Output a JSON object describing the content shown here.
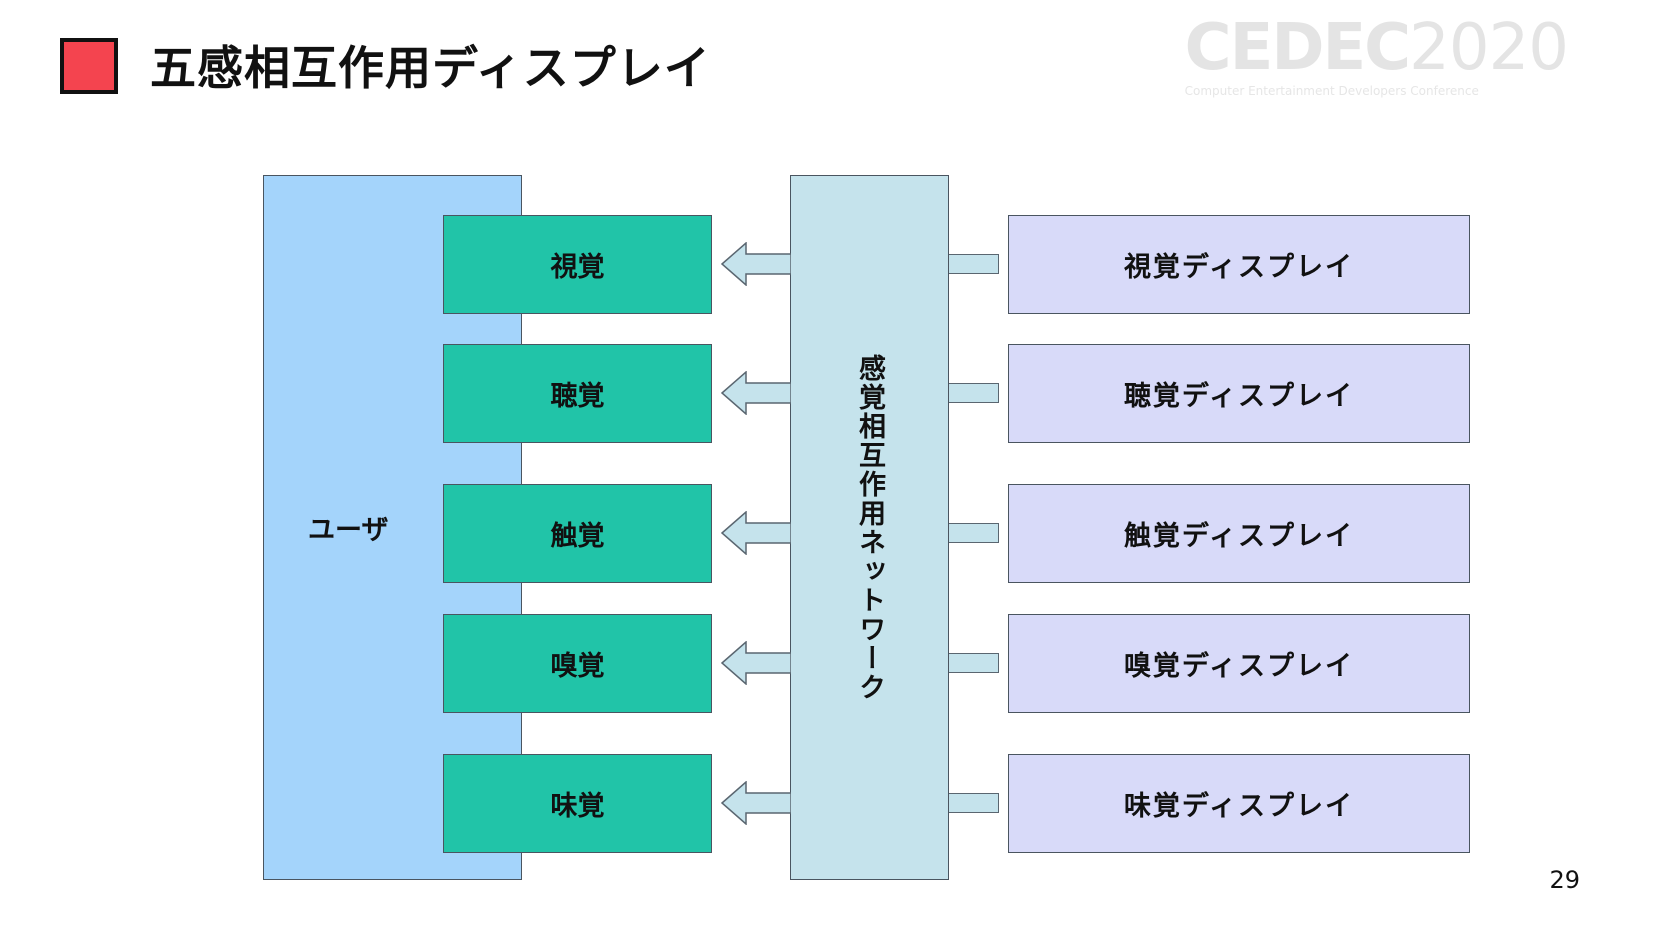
{
  "slide": {
    "title": "五感相互作用ディスプレイ",
    "accent_color": "#f4444f",
    "page_number": "29"
  },
  "logo": {
    "main": "CEDEC",
    "year": "2020",
    "subtitle": "Computer Entertainment Developers Conference"
  },
  "diagram": {
    "user_label": "ユーザ",
    "network_label": "感覚相互作用ネットワーク",
    "senses": [
      "視覚",
      "聴覚",
      "触覚",
      "嗅覚",
      "味覚"
    ],
    "displays": [
      "視覚ディスプレイ",
      "聴覚ディスプレイ",
      "触覚ディスプレイ",
      "嗅覚ディスプレイ",
      "味覚ディスプレイ"
    ],
    "colors": {
      "user": "#a4d4fb",
      "sense": "#21c4a8",
      "network": "#c5e3ec",
      "display": "#d8daf9"
    }
  }
}
